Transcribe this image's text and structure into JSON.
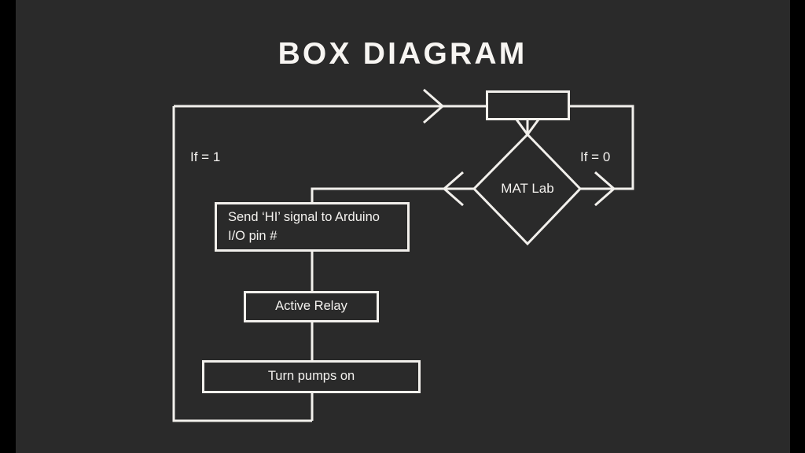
{
  "slide": {
    "title": "BOX DIAGRAM",
    "background_color": "#2a2a2a",
    "letterbox_color": "#000000",
    "line_color": "#f2f0ec",
    "text_color": "#f4f2ef"
  },
  "diagram": {
    "type": "flowchart",
    "nodes": [
      {
        "id": "start-box",
        "shape": "rectangle",
        "label": ""
      },
      {
        "id": "decision",
        "shape": "diamond",
        "label": "MAT Lab"
      },
      {
        "id": "send-hi",
        "shape": "rectangle",
        "label": "Send ‘HI’ signal to Arduino I/O pin #"
      },
      {
        "id": "active-relay",
        "shape": "rectangle",
        "label": "Active Relay"
      },
      {
        "id": "turn-pumps-on",
        "shape": "rectangle",
        "label": "Turn pumps on"
      }
    ],
    "edge_labels": {
      "if_one": "If = 1",
      "if_zero": "If = 0"
    },
    "edges": [
      {
        "from": "loop-return",
        "to": "start-box",
        "arrow": "right"
      },
      {
        "from": "start-box",
        "to": "decision",
        "arrow": "down"
      },
      {
        "from": "decision",
        "to": "send-hi",
        "arrow": "left",
        "label": "If = 1"
      },
      {
        "from": "decision",
        "to": "right-return",
        "arrow": "right",
        "label": "If = 0"
      },
      {
        "from": "send-hi",
        "to": "active-relay",
        "arrow": "none"
      },
      {
        "from": "active-relay",
        "to": "turn-pumps-on",
        "arrow": "none"
      },
      {
        "from": "turn-pumps-on",
        "to": "loop-return",
        "arrow": "none"
      }
    ]
  },
  "node_text": {
    "start_box": "",
    "decision": "MAT Lab",
    "send_hi_line1": "Send ‘HI’ signal to Arduino",
    "send_hi_line2": "I/O pin #",
    "active_relay": "Active Relay",
    "turn_pumps_on": "Turn pumps on"
  }
}
